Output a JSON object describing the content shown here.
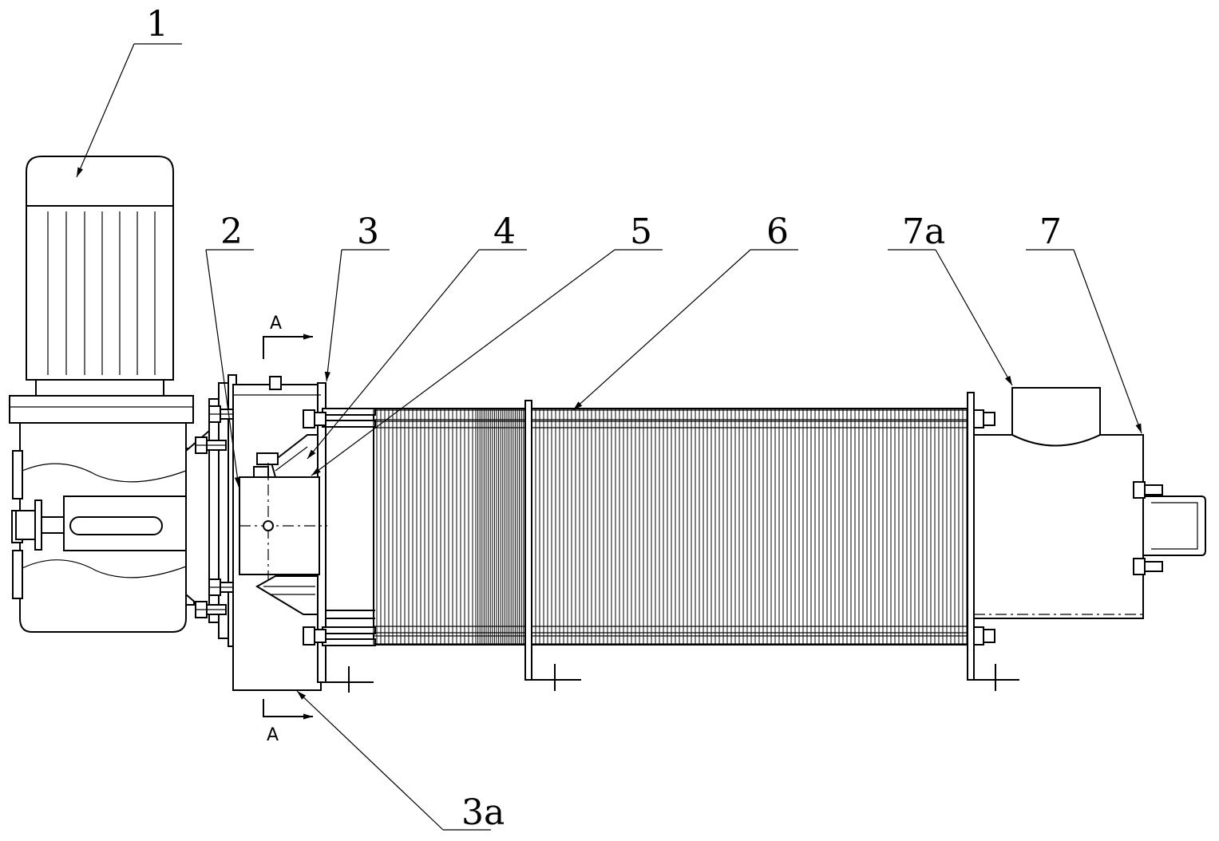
{
  "callouts": [
    {
      "id": "1",
      "text": "1"
    },
    {
      "id": "2",
      "text": "2"
    },
    {
      "id": "3",
      "text": "3"
    },
    {
      "id": "4",
      "text": "4"
    },
    {
      "id": "5",
      "text": "5"
    },
    {
      "id": "6",
      "text": "6"
    },
    {
      "id": "7a",
      "text": "7a"
    },
    {
      "id": "7",
      "text": "7"
    },
    {
      "id": "3a",
      "text": "3a"
    }
  ],
  "section_marks": {
    "top": "A",
    "bottom": "A"
  }
}
